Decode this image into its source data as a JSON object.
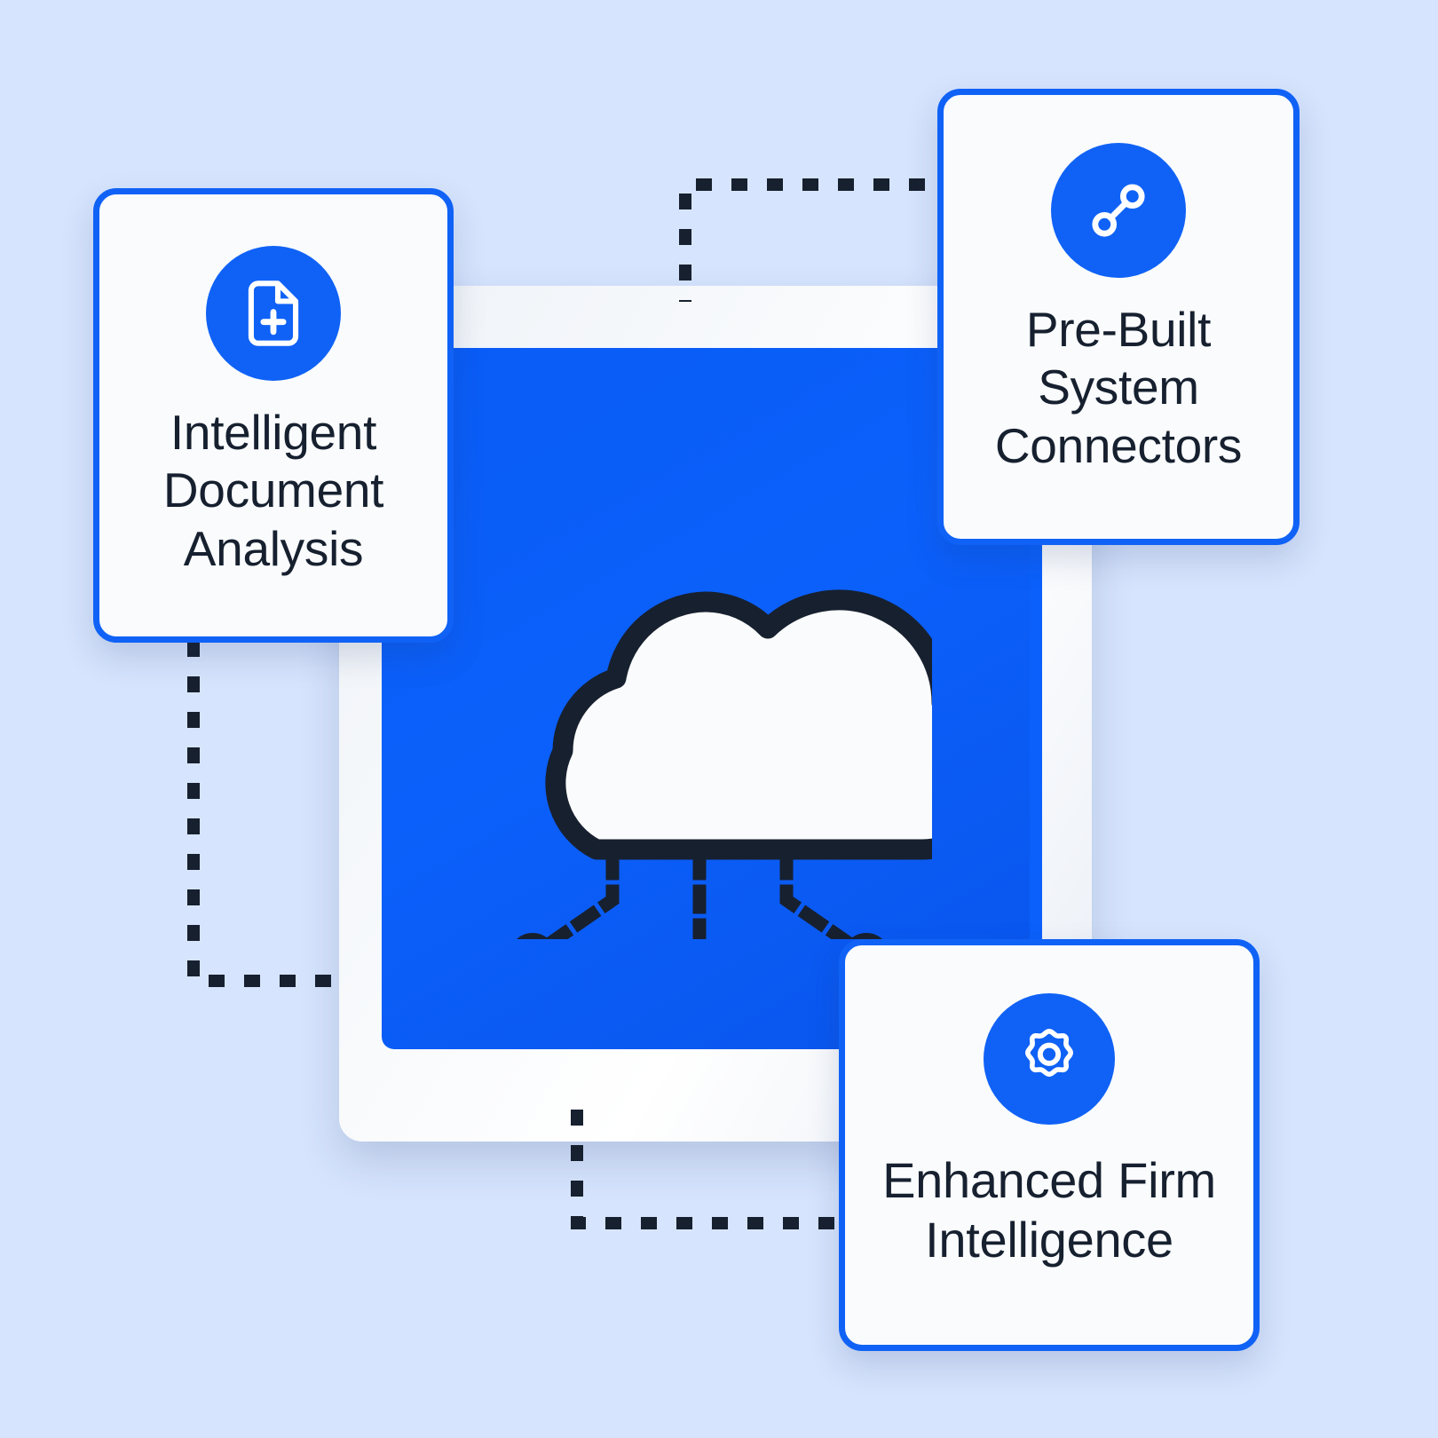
{
  "theme": {
    "background": "#d6e4fd",
    "accent_blue": "#1062f6",
    "screen_blue": "#0b60fb",
    "ink": "#16202f",
    "card_surface": "#f9fbfd",
    "frame_surface": "#f4f7fb"
  },
  "center": {
    "device_label": "cloud-platform-screen",
    "cloud_icon": "cloud-icon",
    "node_count": 3,
    "nodes": [
      "node-left",
      "node-center",
      "node-right"
    ]
  },
  "cards": [
    {
      "id": "intelligent-document-analysis",
      "icon": "document-add-icon",
      "title": "Intelligent\nDocument\nAnalysis",
      "position": "top-left"
    },
    {
      "id": "pre-built-system-connectors",
      "icon": "connector-nodes-icon",
      "title": "Pre-Built\nSystem\nConnectors",
      "position": "top-right"
    },
    {
      "id": "enhanced-firm-intelligence",
      "icon": "gear-icon",
      "title": "Enhanced Firm\nIntelligence",
      "position": "bottom-right"
    }
  ],
  "connectors": [
    {
      "id": "connector-top-right",
      "from": "pre-built-system-connectors",
      "to": "cloud-platform-screen"
    },
    {
      "id": "connector-left",
      "from": "intelligent-document-analysis",
      "to": "cloud-platform-screen"
    },
    {
      "id": "connector-bottom",
      "from": "cloud-platform-screen",
      "to": "enhanced-firm-intelligence"
    }
  ]
}
